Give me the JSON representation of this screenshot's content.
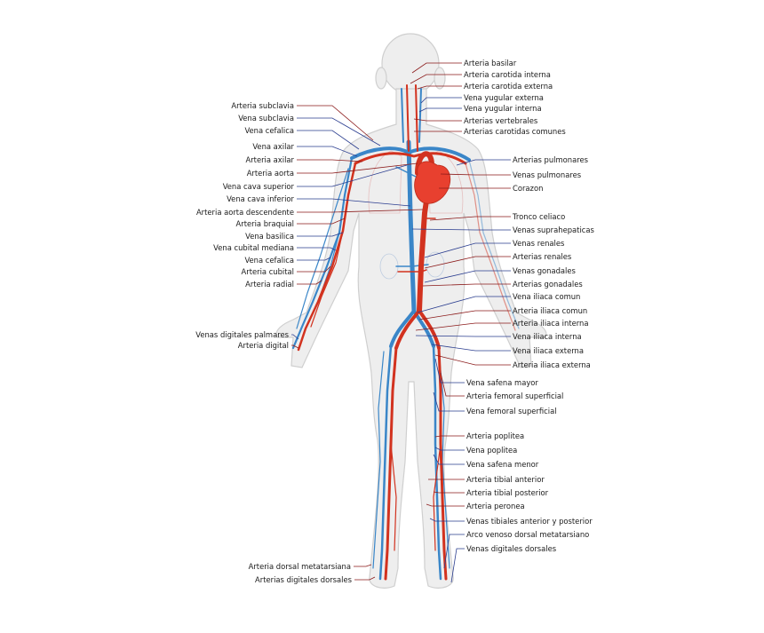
{
  "colors": {
    "artery": "#d2321f",
    "vein": "#3a86c8",
    "body_fill": "#eeeeee",
    "body_stroke": "#cfcfcf",
    "heart": "#e8402f",
    "leader_artery": "#8b1a1a",
    "leader_vein": "#2a3d8f"
  },
  "labels": {
    "left": [
      {
        "text": "Arteria subclavia",
        "kind": "artery"
      },
      {
        "text": "Vena subclavia",
        "kind": "vein"
      },
      {
        "text": "Vena cefalica",
        "kind": "vein"
      },
      {
        "text": "Vena axilar",
        "kind": "vein"
      },
      {
        "text": "Arteria axilar",
        "kind": "artery"
      },
      {
        "text": "Arteria aorta",
        "kind": "artery"
      },
      {
        "text": "Vena cava superior",
        "kind": "vein"
      },
      {
        "text": "Vena cava inferior",
        "kind": "vein"
      },
      {
        "text": "Arteria aorta descendente",
        "kind": "artery"
      },
      {
        "text": "Arteria braquial",
        "kind": "artery"
      },
      {
        "text": "Vena basilica",
        "kind": "vein"
      },
      {
        "text": "Vena cubital mediana",
        "kind": "vein"
      },
      {
        "text": "Vena cefalica",
        "kind": "vein"
      },
      {
        "text": "Arteria cubital",
        "kind": "artery"
      },
      {
        "text": "Arteria radial",
        "kind": "artery"
      },
      {
        "text": "Venas digitales palmares",
        "kind": "vein"
      },
      {
        "text": "Arteria digital",
        "kind": "artery"
      },
      {
        "text": "Arteria dorsal metatarsiana",
        "kind": "artery"
      },
      {
        "text": "Arterias digitales dorsales",
        "kind": "artery"
      }
    ],
    "right": [
      {
        "text": "Arteria basilar",
        "kind": "artery"
      },
      {
        "text": "Arteria carotida interna",
        "kind": "artery"
      },
      {
        "text": "Arteria carotida externa",
        "kind": "artery"
      },
      {
        "text": "Vena yugular externa",
        "kind": "vein"
      },
      {
        "text": "Vena yugular interna",
        "kind": "vein"
      },
      {
        "text": "Arterias vertebrales",
        "kind": "artery"
      },
      {
        "text": "Arterias carotidas comunes",
        "kind": "artery"
      },
      {
        "text": "Arterias pulmonares",
        "kind": "vein"
      },
      {
        "text": "Venas pulmonares",
        "kind": "artery"
      },
      {
        "text": "Corazon",
        "kind": "artery"
      },
      {
        "text": "Tronco celiaco",
        "kind": "artery"
      },
      {
        "text": "Venas suprahepaticas",
        "kind": "vein"
      },
      {
        "text": "Venas renales",
        "kind": "vein"
      },
      {
        "text": "Arterias renales",
        "kind": "artery"
      },
      {
        "text": "Venas gonadales",
        "kind": "vein"
      },
      {
        "text": "Arterias gonadales",
        "kind": "artery"
      },
      {
        "text": "Vena iliaca comun",
        "kind": "vein"
      },
      {
        "text": "Arteria iliaca comun",
        "kind": "artery"
      },
      {
        "text": "Arteria iliaca interna",
        "kind": "artery"
      },
      {
        "text": "Vena iliaca interna",
        "kind": "vein"
      },
      {
        "text": "Vena iliaca externa",
        "kind": "vein"
      },
      {
        "text": "Arteria iliaca externa",
        "kind": "artery"
      },
      {
        "text": "Vena safena mayor",
        "kind": "vein"
      },
      {
        "text": "Arteria femoral superficial",
        "kind": "artery"
      },
      {
        "text": "Vena femoral superficial",
        "kind": "vein"
      },
      {
        "text": "Arteria poplitea",
        "kind": "artery"
      },
      {
        "text": "Vena poplitea",
        "kind": "vein"
      },
      {
        "text": "Vena safena menor",
        "kind": "vein"
      },
      {
        "text": "Arteria tibial anterior",
        "kind": "artery"
      },
      {
        "text": "Arteria tibial posterior",
        "kind": "artery"
      },
      {
        "text": "Arteria peronea",
        "kind": "artery"
      },
      {
        "text": "Venas tibiales anterior y posterior",
        "kind": "vein"
      },
      {
        "text": "Arco venoso dorsal metatarsiano",
        "kind": "vein"
      },
      {
        "text": "Venas digitales dorsales",
        "kind": "vein"
      }
    ]
  }
}
